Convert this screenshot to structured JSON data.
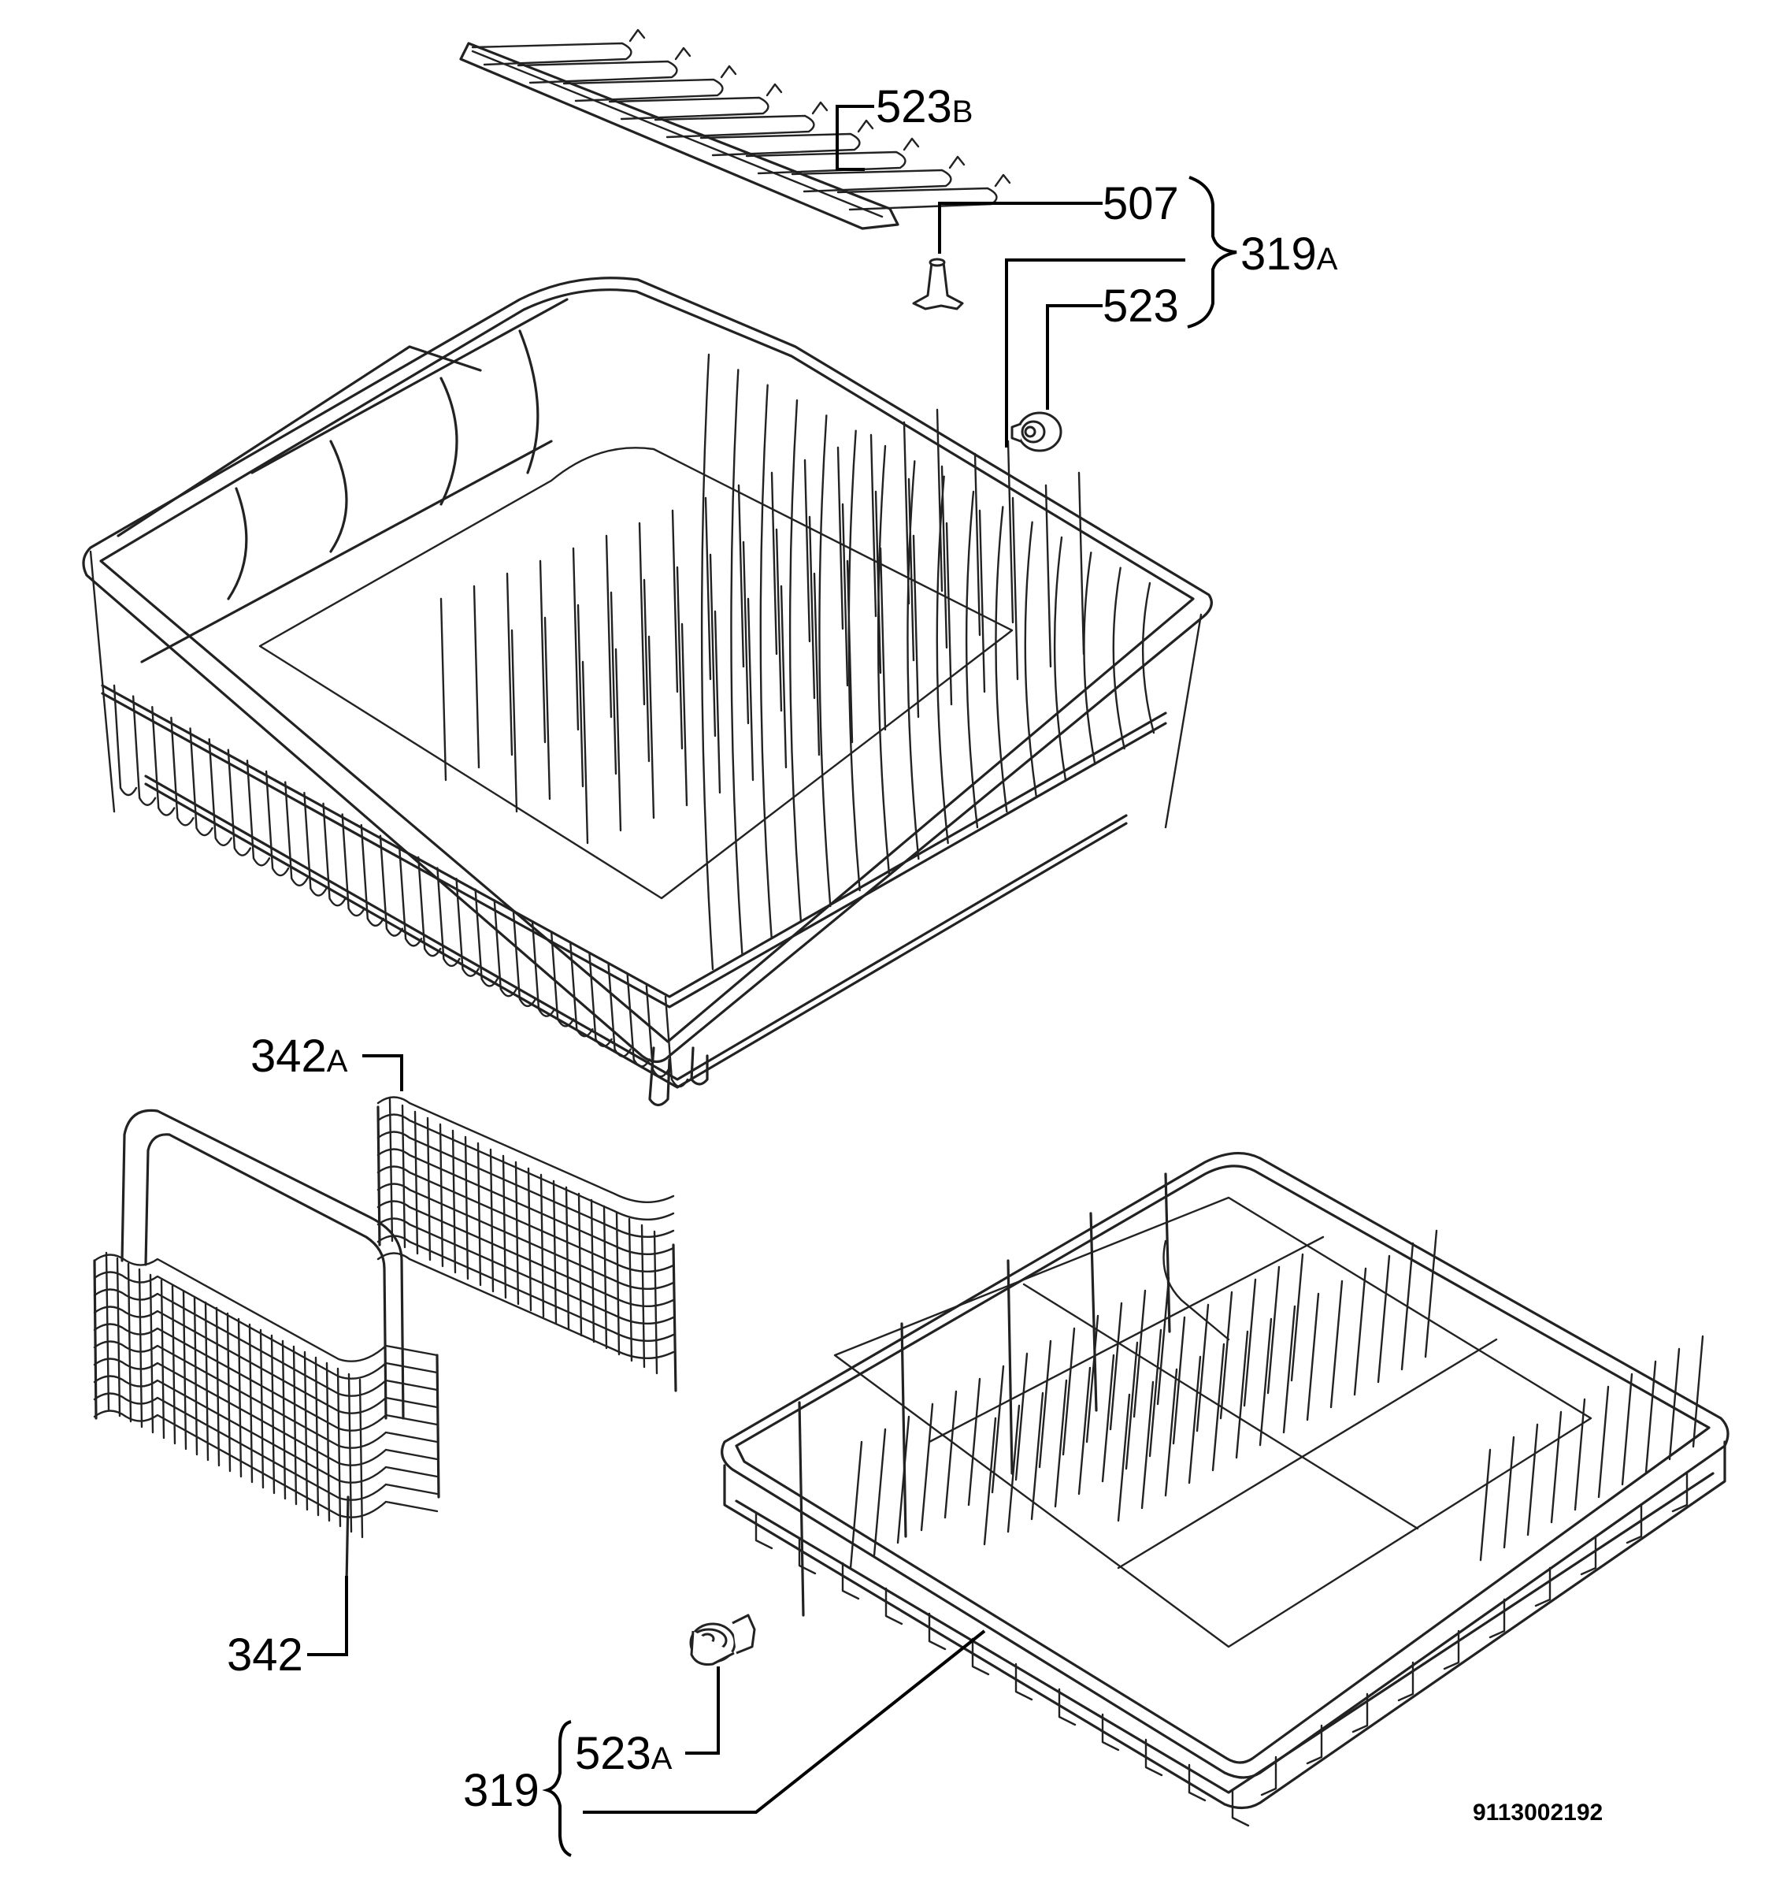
{
  "drawing": {
    "number": "9113002192",
    "line_color": "#000000",
    "background": "#ffffff"
  },
  "labels": {
    "l523b": {
      "num": "523",
      "suffix": "B"
    },
    "l507": {
      "num": "507",
      "suffix": ""
    },
    "l319a": {
      "num": "319",
      "suffix": "A"
    },
    "l523": {
      "num": "523",
      "suffix": ""
    },
    "l342a": {
      "num": "342",
      "suffix": "A"
    },
    "l342": {
      "num": "342",
      "suffix": ""
    },
    "l319": {
      "num": "319",
      "suffix": ""
    },
    "l523a": {
      "num": "523",
      "suffix": "A"
    }
  },
  "parts": [
    {
      "ref": "523B",
      "name_icon": "cup-rack-insert-icon"
    },
    {
      "ref": "507",
      "name_icon": "rack-stop-pin-icon"
    },
    {
      "ref": "523",
      "name_icon": "upper-rack-wheel-icon"
    },
    {
      "ref": "319A",
      "name_icon": "upper-basket-icon"
    },
    {
      "ref": "342A",
      "name_icon": "cutlery-basket-insert-icon"
    },
    {
      "ref": "342",
      "name_icon": "cutlery-basket-icon"
    },
    {
      "ref": "523A",
      "name_icon": "lower-rack-wheel-icon"
    },
    {
      "ref": "319",
      "name_icon": "lower-basket-icon"
    }
  ]
}
